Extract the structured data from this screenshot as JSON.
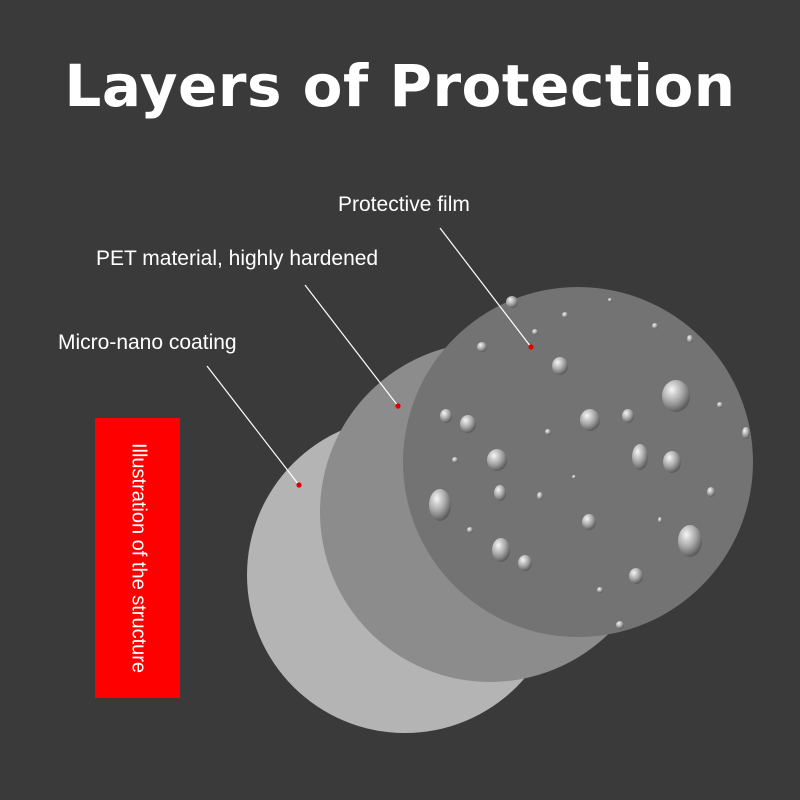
{
  "title": "Layers of Protection",
  "banner_text": "Illustration of the structure",
  "colors": {
    "background": "#3a3a3a",
    "banner": "#ff0000",
    "layer_coating": "#b4b4b4",
    "layer_pet": "#8c8c8c",
    "layer_film": "#737373",
    "marker": "#e00000"
  },
  "layers": [
    {
      "name": "coating",
      "label": "Micro-nano coating"
    },
    {
      "name": "pet",
      "label": "PET material, highly hardened"
    },
    {
      "name": "film",
      "label": "Protective film"
    }
  ]
}
